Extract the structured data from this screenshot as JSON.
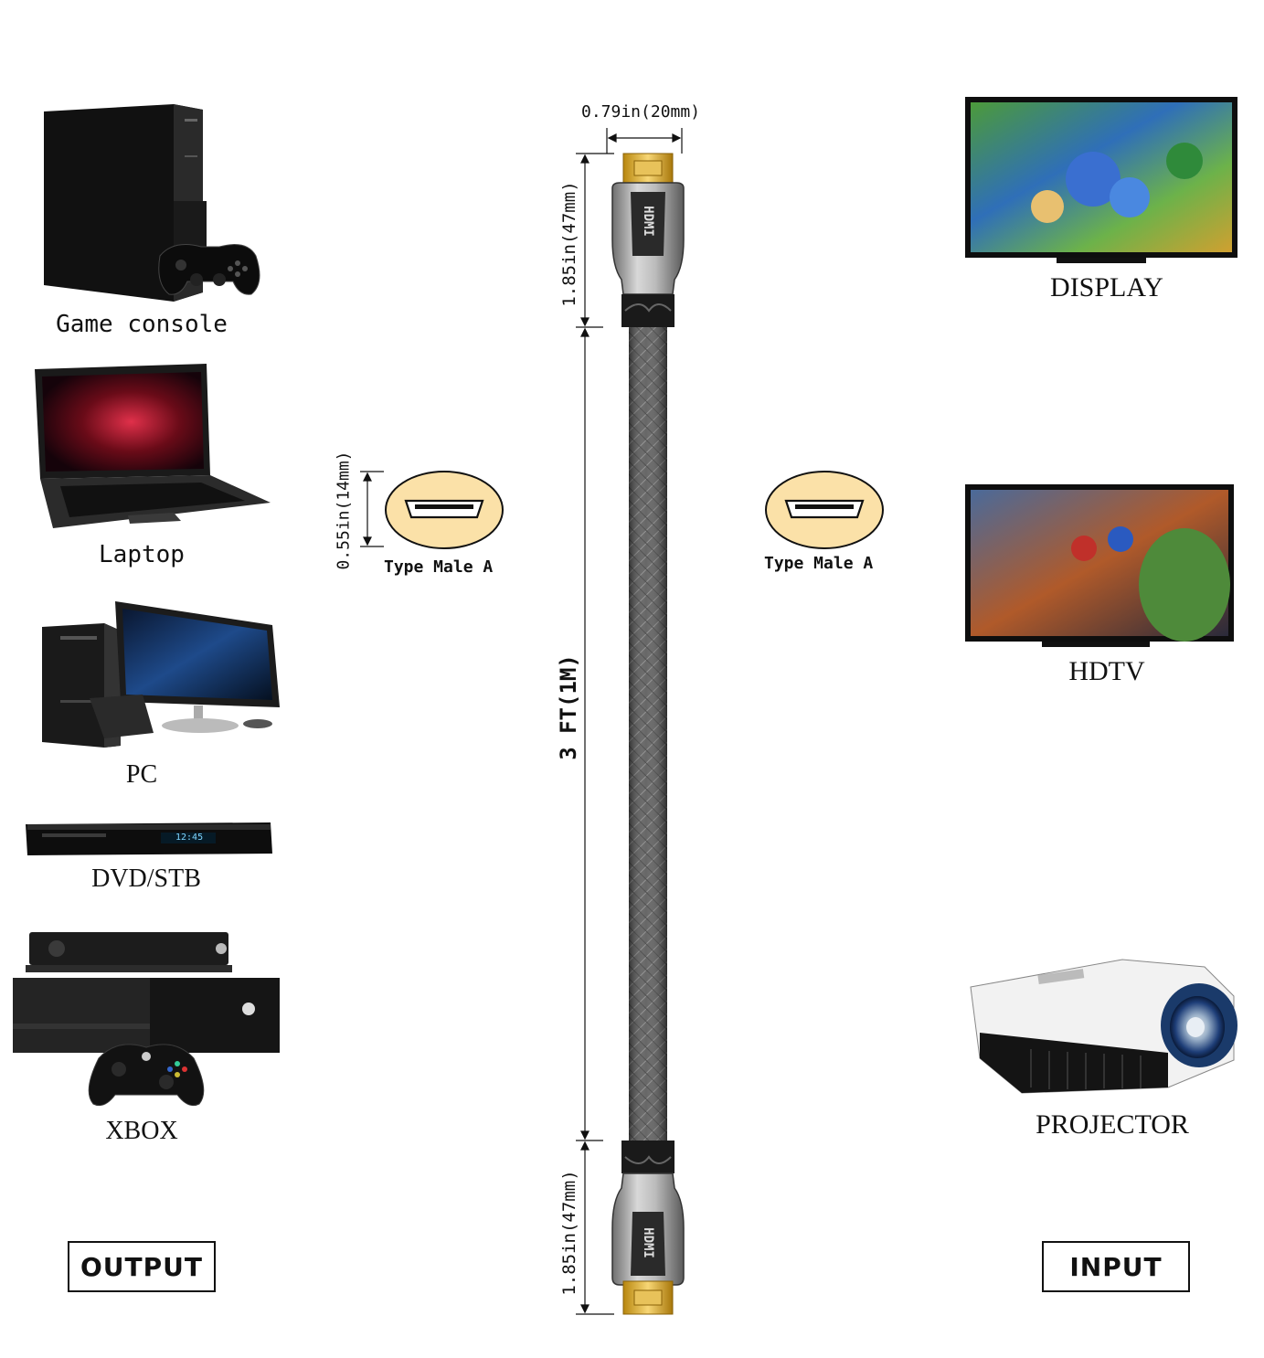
{
  "dimensions": {
    "width_label": "0.79in(20mm)",
    "head_length_top": "1.85in(47mm)",
    "head_length_bottom": "1.85in(47mm)",
    "cable_length": "3 FT(1M)",
    "port_height": "0.55in(14mm)"
  },
  "connectors": {
    "left_type": "Type Male A",
    "right_type": "Type Male A",
    "logo_text": "HDMI"
  },
  "output_devices": [
    {
      "label": "Game console",
      "icon": "game-console-icon"
    },
    {
      "label": "Laptop",
      "icon": "laptop-icon"
    },
    {
      "label": "PC",
      "icon": "pc-icon"
    },
    {
      "label": "DVD/STB",
      "icon": "dvd-player-icon"
    },
    {
      "label": "XBOX",
      "icon": "xbox-icon"
    }
  ],
  "input_devices": [
    {
      "label": "DISPLAY",
      "icon": "display-tv-icon"
    },
    {
      "label": "HDTV",
      "icon": "hdtv-icon"
    },
    {
      "label": "PROJECTOR",
      "icon": "projector-icon"
    }
  ],
  "dvd_display": "12:45",
  "sections": {
    "output": "OUTPUT",
    "input": "INPUT"
  }
}
